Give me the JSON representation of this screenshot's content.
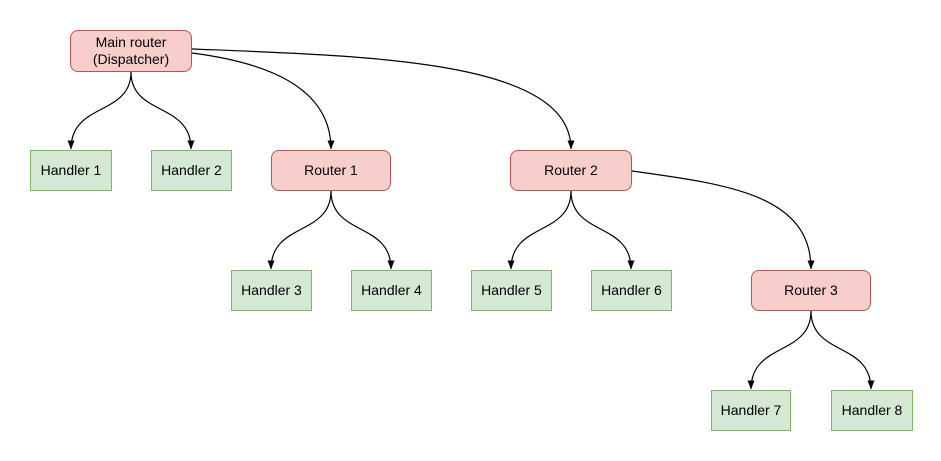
{
  "diagram": {
    "nodes": [
      {
        "id": "main-router",
        "label": "Main router\n(Dispatcher)",
        "type": "router"
      },
      {
        "id": "handler-1",
        "label": "Handler 1",
        "type": "handler"
      },
      {
        "id": "handler-2",
        "label": "Handler 2",
        "type": "handler"
      },
      {
        "id": "router-1",
        "label": "Router 1",
        "type": "router"
      },
      {
        "id": "router-2",
        "label": "Router 2",
        "type": "router"
      },
      {
        "id": "handler-3",
        "label": "Handler 3",
        "type": "handler"
      },
      {
        "id": "handler-4",
        "label": "Handler 4",
        "type": "handler"
      },
      {
        "id": "handler-5",
        "label": "Handler 5",
        "type": "handler"
      },
      {
        "id": "handler-6",
        "label": "Handler 6",
        "type": "handler"
      },
      {
        "id": "router-3",
        "label": "Router 3",
        "type": "router"
      },
      {
        "id": "handler-7",
        "label": "Handler 7",
        "type": "handler"
      },
      {
        "id": "handler-8",
        "label": "Handler 8",
        "type": "handler"
      }
    ],
    "edges": [
      {
        "from": "main-router",
        "to": "handler-1"
      },
      {
        "from": "main-router",
        "to": "handler-2"
      },
      {
        "from": "main-router",
        "to": "router-1"
      },
      {
        "from": "main-router",
        "to": "router-2"
      },
      {
        "from": "router-1",
        "to": "handler-3"
      },
      {
        "from": "router-1",
        "to": "handler-4"
      },
      {
        "from": "router-2",
        "to": "handler-5"
      },
      {
        "from": "router-2",
        "to": "handler-6"
      },
      {
        "from": "router-2",
        "to": "router-3"
      },
      {
        "from": "router-3",
        "to": "handler-7"
      },
      {
        "from": "router-3",
        "to": "handler-8"
      }
    ],
    "colors": {
      "router-fill": "#f8cecc",
      "router-border": "#b85450",
      "handler-fill": "#d5e8d4",
      "handler-border": "#82b366",
      "edge-stroke": "#000000",
      "background": "#ffffff"
    }
  }
}
